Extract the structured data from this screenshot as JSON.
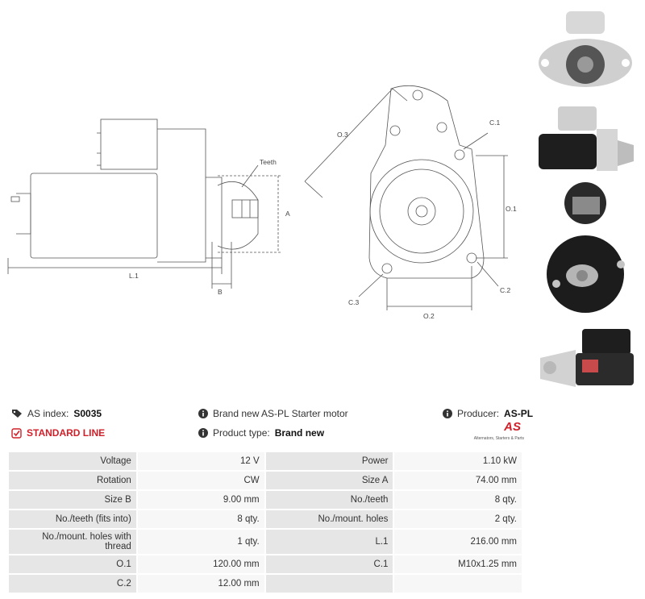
{
  "drawing": {
    "teeth": "Teeth",
    "a": "A",
    "l1": "L.1",
    "b": "B",
    "o3": "O.3",
    "c1": "C.1",
    "o1": "O.1",
    "c3": "C.3",
    "c2": "C.2",
    "o2": "O.2"
  },
  "header": {
    "as_index_label": "AS index:",
    "as_index_value": "S0035",
    "standard_line": "STANDARD LINE",
    "product_desc": "Brand new AS-PL Starter motor",
    "product_type_label": "Product type:",
    "product_type_value": "Brand new",
    "producer_label": "Producer:",
    "producer_value": "AS-PL",
    "logo_mark": "AS",
    "logo_tagline": "Alternators, Starters & Parts"
  },
  "specs": [
    {
      "k1": "Voltage",
      "v1": "12 V",
      "k2": "Power",
      "v2": "1.10 kW"
    },
    {
      "k1": "Rotation",
      "v1": "CW",
      "k2": "Size A",
      "v2": "74.00 mm"
    },
    {
      "k1": "Size B",
      "v1": "9.00 mm",
      "k2": "No./teeth",
      "v2": "8 qty."
    },
    {
      "k1": "No./teeth (fits into)",
      "v1": "8 qty.",
      "k2": "No./mount. holes",
      "v2": "2 qty."
    },
    {
      "k1": "No./mount. holes with thread",
      "v1": "1 qty.",
      "k2": "L.1",
      "v2": "216.00 mm"
    },
    {
      "k1": "O.1",
      "v1": "120.00 mm",
      "k2": "C.1",
      "v2": "M10x1.25 mm"
    },
    {
      "k1": "C.2",
      "v1": "12.00 mm",
      "k2": "",
      "v2": ""
    }
  ],
  "colors": {
    "accent": "#d0202a",
    "key_cell": "#e6e6e6",
    "value_cell": "#f7f7f7"
  },
  "icons": [
    "tag-icon",
    "checkbox-icon",
    "info-icon"
  ]
}
